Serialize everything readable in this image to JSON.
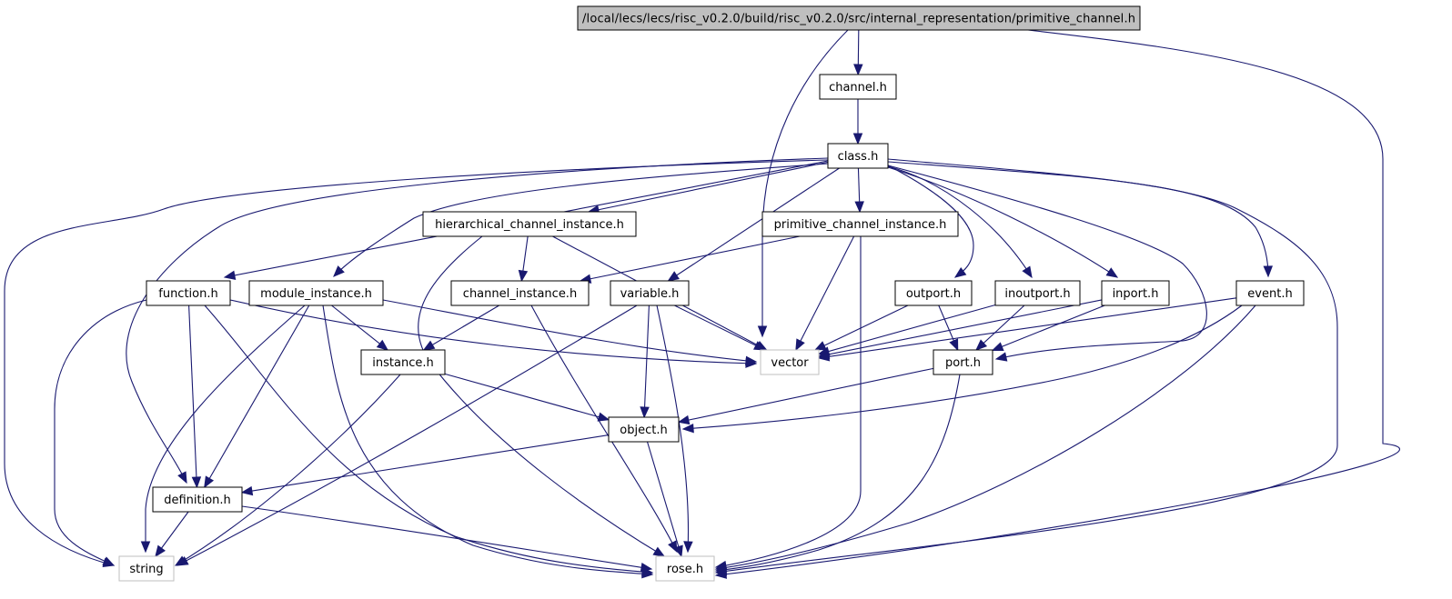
{
  "colors": {
    "edge": "#191970",
    "node_fill": "#ffffff",
    "node_border": "#000000",
    "external_border": "#bfbfbf",
    "root_fill": "#bfbfbf"
  },
  "nodes": [
    {
      "id": "root",
      "label": "/local/lecs/lecs/risc_v0.2.0/build/risc_v0.2.0/src/internal_representation/primitive_channel.h",
      "kind": "root"
    },
    {
      "id": "channel",
      "label": "channel.h",
      "kind": "file"
    },
    {
      "id": "class",
      "label": "class.h",
      "kind": "file"
    },
    {
      "id": "hci",
      "label": "hierarchical_channel_instance.h",
      "kind": "file"
    },
    {
      "id": "pci",
      "label": "primitive_channel_instance.h",
      "kind": "file"
    },
    {
      "id": "function",
      "label": "function.h",
      "kind": "file"
    },
    {
      "id": "module_instance",
      "label": "module_instance.h",
      "kind": "file"
    },
    {
      "id": "channel_instance",
      "label": "channel_instance.h",
      "kind": "file"
    },
    {
      "id": "variable",
      "label": "variable.h",
      "kind": "file"
    },
    {
      "id": "outport",
      "label": "outport.h",
      "kind": "file"
    },
    {
      "id": "inoutport",
      "label": "inoutport.h",
      "kind": "file"
    },
    {
      "id": "inport",
      "label": "inport.h",
      "kind": "file"
    },
    {
      "id": "event",
      "label": "event.h",
      "kind": "file"
    },
    {
      "id": "instance",
      "label": "instance.h",
      "kind": "file"
    },
    {
      "id": "vector",
      "label": "vector",
      "kind": "external"
    },
    {
      "id": "port",
      "label": "port.h",
      "kind": "file"
    },
    {
      "id": "object",
      "label": "object.h",
      "kind": "file"
    },
    {
      "id": "definition",
      "label": "definition.h",
      "kind": "file"
    },
    {
      "id": "string",
      "label": "string",
      "kind": "external"
    },
    {
      "id": "rose",
      "label": "rose.h",
      "kind": "external"
    }
  ],
  "edges": [
    [
      "root",
      "channel"
    ],
    [
      "root",
      "vector"
    ],
    [
      "root",
      "rose"
    ],
    [
      "channel",
      "class"
    ],
    [
      "class",
      "hci"
    ],
    [
      "class",
      "pci"
    ],
    [
      "class",
      "function"
    ],
    [
      "class",
      "module_instance"
    ],
    [
      "class",
      "variable"
    ],
    [
      "class",
      "outport"
    ],
    [
      "class",
      "inoutport"
    ],
    [
      "class",
      "inport"
    ],
    [
      "class",
      "event"
    ],
    [
      "class",
      "port"
    ],
    [
      "class",
      "definition"
    ],
    [
      "class",
      "string"
    ],
    [
      "class",
      "rose"
    ],
    [
      "hci",
      "channel_instance"
    ],
    [
      "hci",
      "vector"
    ],
    [
      "hci",
      "rose"
    ],
    [
      "pci",
      "channel_instance"
    ],
    [
      "pci",
      "vector"
    ],
    [
      "pci",
      "rose"
    ],
    [
      "function",
      "vector"
    ],
    [
      "function",
      "definition"
    ],
    [
      "function",
      "string"
    ],
    [
      "function",
      "rose"
    ],
    [
      "module_instance",
      "instance"
    ],
    [
      "module_instance",
      "vector"
    ],
    [
      "module_instance",
      "definition"
    ],
    [
      "module_instance",
      "string"
    ],
    [
      "module_instance",
      "rose"
    ],
    [
      "channel_instance",
      "instance"
    ],
    [
      "channel_instance",
      "rose"
    ],
    [
      "variable",
      "vector"
    ],
    [
      "variable",
      "object"
    ],
    [
      "variable",
      "string"
    ],
    [
      "variable",
      "rose"
    ],
    [
      "outport",
      "vector"
    ],
    [
      "outport",
      "port"
    ],
    [
      "inoutport",
      "vector"
    ],
    [
      "inoutport",
      "port"
    ],
    [
      "inport",
      "vector"
    ],
    [
      "inport",
      "port"
    ],
    [
      "event",
      "vector"
    ],
    [
      "event",
      "object"
    ],
    [
      "event",
      "rose"
    ],
    [
      "instance",
      "object"
    ],
    [
      "instance",
      "string"
    ],
    [
      "port",
      "object"
    ],
    [
      "port",
      "rose"
    ],
    [
      "object",
      "definition"
    ],
    [
      "object",
      "rose"
    ],
    [
      "definition",
      "string"
    ],
    [
      "definition",
      "rose"
    ]
  ]
}
